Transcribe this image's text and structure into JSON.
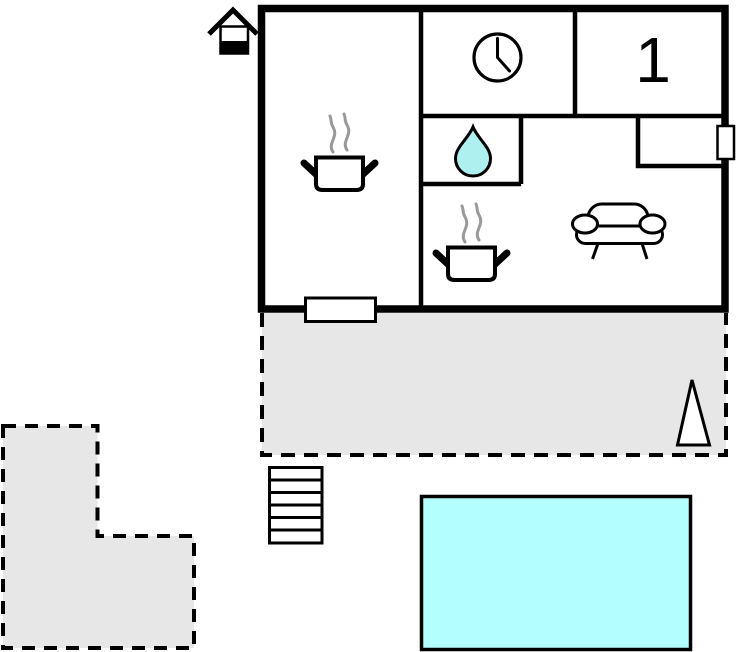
{
  "plan": {
    "type": "floor-plan",
    "bedroom": {
      "label": "1"
    },
    "colors": {
      "wall": "#000000",
      "area_fill": "#e7e7e7",
      "pool_fill": "#b3ffff",
      "water_fill": "#aeeff0",
      "steam": "#999999"
    },
    "icons": {
      "north_indicator": "house-icon",
      "clock_room": "clock-icon",
      "bathroom": "water-drop-icon",
      "kitchen": "cooking-pot-icon",
      "living_room_pot": "cooking-pot-icon",
      "living_room": "sofa-icon",
      "garden": "tree-icon"
    },
    "areas": {
      "terrace": "terrace",
      "patio": "patio",
      "stairs": "stairs",
      "pool": "pool"
    }
  }
}
